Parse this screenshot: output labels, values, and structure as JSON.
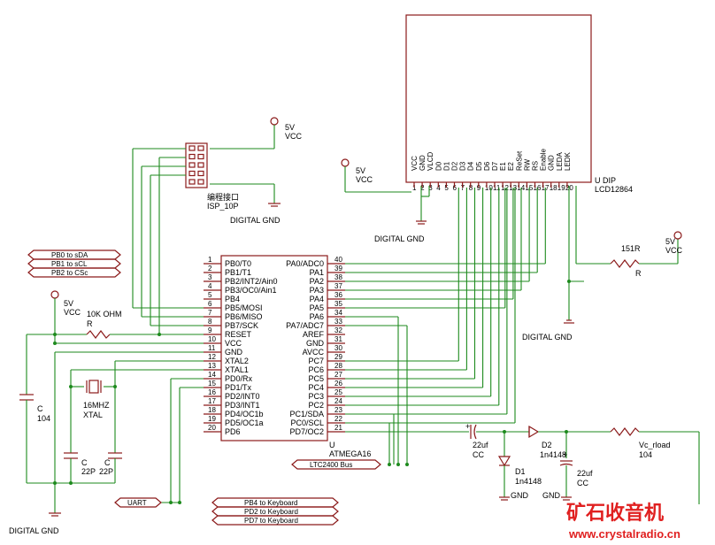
{
  "power": {
    "isp_vcc_5v": "5V",
    "isp_vcc": "VCC",
    "lcd_vcc_5v": "5V",
    "lcd_vcc": "VCC",
    "left_vcc_5v": "5V",
    "left_vcc": "VCC",
    "right_vcc_5v": "5V",
    "right_vcc": "VCC"
  },
  "grounds": {
    "isp": "DIGITAL GND",
    "lcd": "DIGITAL GND",
    "backlight": "DIGITAL GND",
    "left_bottom": "DIGITAL GND",
    "d1": "GND",
    "c_right": "GND"
  },
  "isp": {
    "label_cn": "编程接口",
    "label": "ISP_10P"
  },
  "lcd": {
    "ref": "U DIP",
    "part": "LCD12864",
    "pin_names": [
      "VCC",
      "GND",
      "VLCD",
      "D0",
      "D1",
      "D2",
      "D3",
      "D4",
      "D5",
      "D6",
      "D7",
      "E1",
      "E2",
      "ReSet",
      "RW",
      "RS",
      "Enable",
      "GND",
      "LEDA",
      "LEDK"
    ],
    "pin_numbers": [
      "1",
      "2",
      "3",
      "4",
      "5",
      "6",
      "7",
      "8",
      "9",
      "10",
      "11",
      "12",
      "13",
      "14",
      "15",
      "16",
      "17",
      "18",
      "19",
      "20"
    ]
  },
  "mcu": {
    "ref": "U",
    "part": "ATMEGA16",
    "left_pins": [
      {
        "num": "1",
        "name": "PB0/T0"
      },
      {
        "num": "2",
        "name": "PB1/T1"
      },
      {
        "num": "3",
        "name": "PB2/INT2/Ain0"
      },
      {
        "num": "4",
        "name": "PB3/OC0/Ain1"
      },
      {
        "num": "5",
        "name": "PB4"
      },
      {
        "num": "6",
        "name": "PB5/MOSI"
      },
      {
        "num": "7",
        "name": "PB6/MISO"
      },
      {
        "num": "8",
        "name": "PB7/SCK"
      },
      {
        "num": "9",
        "name": "RESET"
      },
      {
        "num": "10",
        "name": "VCC"
      },
      {
        "num": "11",
        "name": "GND"
      },
      {
        "num": "12",
        "name": "XTAL2"
      },
      {
        "num": "13",
        "name": "XTAL1"
      },
      {
        "num": "14",
        "name": "PD0/Rx"
      },
      {
        "num": "15",
        "name": "PD1/Tx"
      },
      {
        "num": "16",
        "name": "PD2/INT0"
      },
      {
        "num": "17",
        "name": "PD3/INT1"
      },
      {
        "num": "18",
        "name": "PD4/OC1b"
      },
      {
        "num": "19",
        "name": "PD5/OC1a"
      },
      {
        "num": "20",
        "name": "PD6"
      }
    ],
    "right_pins": [
      {
        "num": "40",
        "name": "PA0/ADC0"
      },
      {
        "num": "39",
        "name": "PA1"
      },
      {
        "num": "38",
        "name": "PA2"
      },
      {
        "num": "37",
        "name": "PA3"
      },
      {
        "num": "36",
        "name": "PA4"
      },
      {
        "num": "35",
        "name": "PA5"
      },
      {
        "num": "34",
        "name": "PA6"
      },
      {
        "num": "33",
        "name": "PA7/ADC7"
      },
      {
        "num": "32",
        "name": "AREF"
      },
      {
        "num": "31",
        "name": "GND"
      },
      {
        "num": "30",
        "name": "AVCC"
      },
      {
        "num": "29",
        "name": "PC7"
      },
      {
        "num": "28",
        "name": "PC6"
      },
      {
        "num": "27",
        "name": "PC5"
      },
      {
        "num": "26",
        "name": "PC4"
      },
      {
        "num": "25",
        "name": "PC3"
      },
      {
        "num": "24",
        "name": "PC2"
      },
      {
        "num": "23",
        "name": "PC1/SDA"
      },
      {
        "num": "22",
        "name": "PC0/SCL"
      },
      {
        "num": "21",
        "name": "PD7/OC2"
      }
    ]
  },
  "net_labels": {
    "pb0": "PB0 to sDA",
    "pb1": "PB1 to sCL",
    "pb2": "PB2 to CSc",
    "uart": "UART",
    "ltc": "LTC2400 Bus",
    "pb4": "PB4 to Keyboard",
    "pd2": "PD2 to Keyboard",
    "pd7": "PD7 to Keyboard"
  },
  "components": {
    "r_reset_value": "10K OHM",
    "r_reset_ref": "R",
    "c_left_ref": "C",
    "c_left_value": "104",
    "xtal_value": "16MHZ",
    "xtal_ref": "XTAL",
    "c1_ref": "C",
    "c1_value": "22P",
    "c2_ref": "C",
    "c2_value": "22P",
    "r_led_value": "151R",
    "r_led_ref": "R",
    "c_pump1_value": "22uf",
    "c_pump1_ref": "CC",
    "d2_ref": "D2",
    "d2_part": "1n4148",
    "d1_ref": "D1",
    "d1_part": "1n4148",
    "c_pump2_value": "22uf",
    "c_pump2_ref": "CC",
    "vc_rload_ref": "Vc_rload",
    "vc_rload_value": "104"
  },
  "watermark": {
    "title": "矿石收音机",
    "url": "www.crystalradio.cn"
  },
  "colors": {
    "wire": "#1d8a1d",
    "component": "#8b1a1a",
    "watermark": "#e02020"
  }
}
